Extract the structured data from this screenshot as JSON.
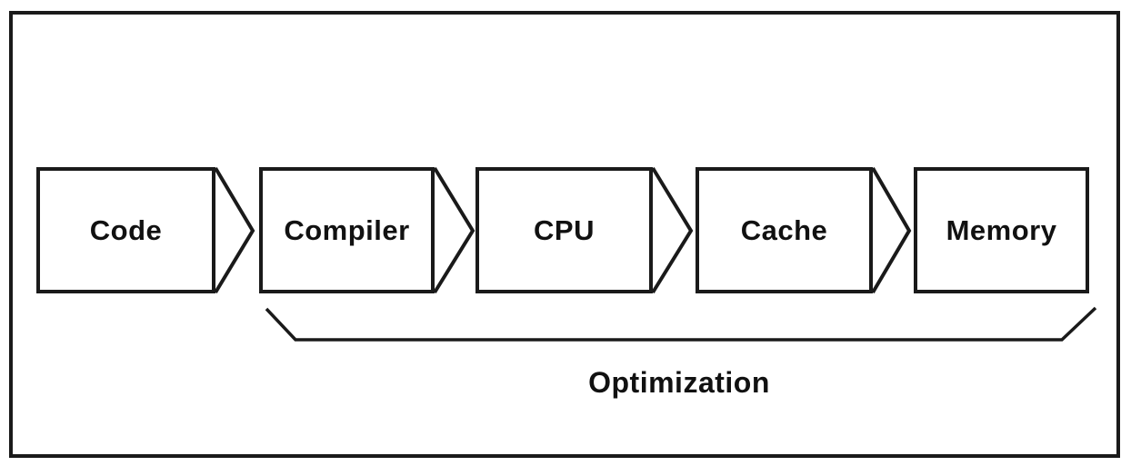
{
  "diagram": {
    "boxes": [
      {
        "label": "Code"
      },
      {
        "label": "Compiler"
      },
      {
        "label": "CPU"
      },
      {
        "label": "Cache"
      },
      {
        "label": "Memory"
      }
    ],
    "connector_style": "open-chevron-right",
    "brace": {
      "label": "Optimization",
      "spans_from": "Compiler",
      "spans_to": "Memory"
    },
    "colors": {
      "line": "#1a1a1a",
      "background": "#ffffff",
      "text": "#111111"
    }
  }
}
